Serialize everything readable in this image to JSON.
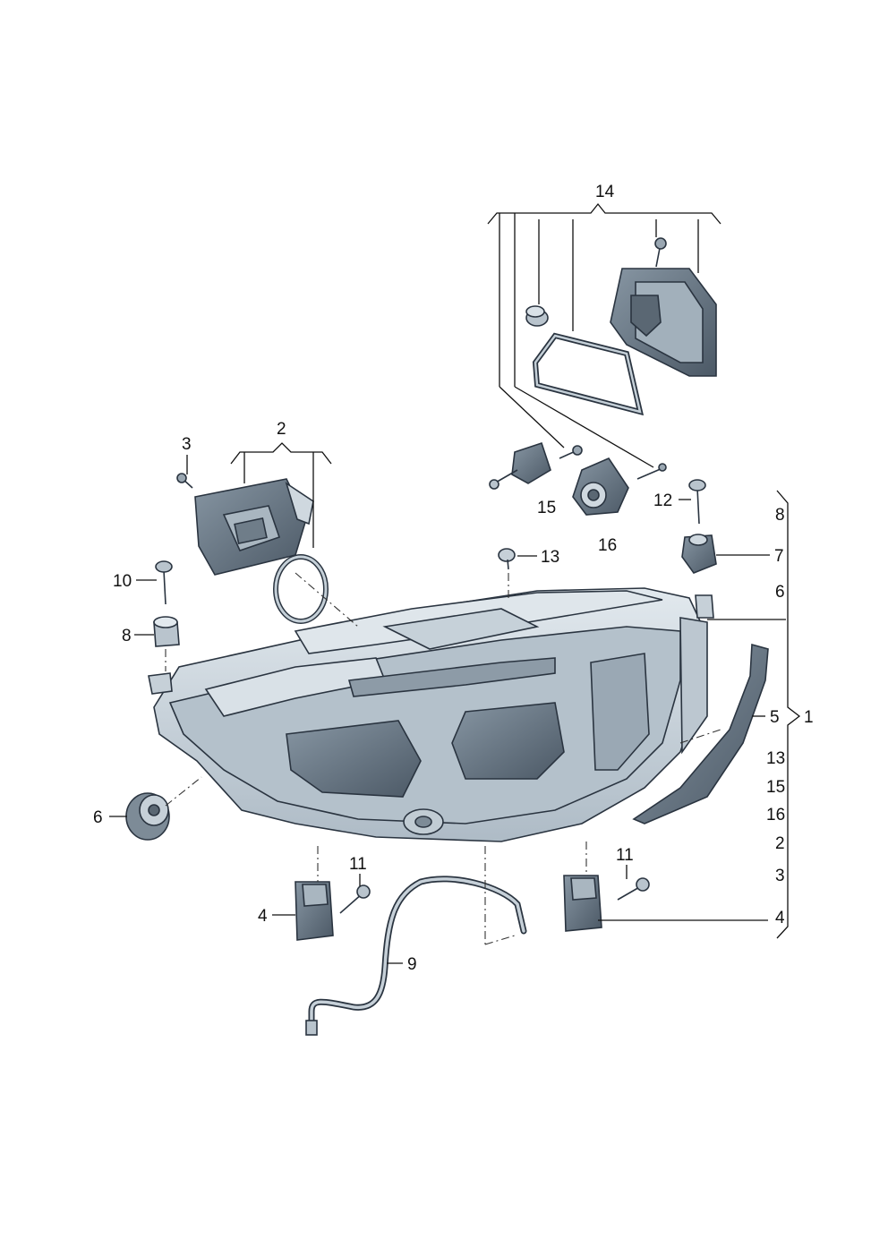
{
  "callouts": {
    "c1": "1",
    "c2": "2",
    "c3": "3",
    "c4a": "4",
    "c5": "5",
    "c6a": "6",
    "c7": "7",
    "c8a": "8",
    "c9": "9",
    "c10": "10",
    "c11a": "11",
    "c11b": "11",
    "c12": "12",
    "c13a": "13",
    "c14": "14",
    "c15": "15",
    "c16": "16"
  },
  "assembly_list": [
    "8",
    "7",
    "6",
    "5",
    "13",
    "15",
    "16",
    "2",
    "3",
    "4"
  ],
  "colors": {
    "part_fill": "#c9d4dc",
    "part_dark": "#5b6976",
    "part_mid": "#9eadb9",
    "line": "#111111"
  }
}
